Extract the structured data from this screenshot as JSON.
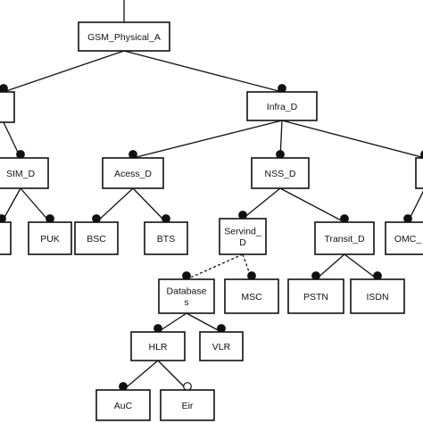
{
  "nodes": [
    {
      "id": "gsm_physical_a",
      "label": "GSM_Physical_A"
    },
    {
      "id": "left_root",
      "label": ""
    },
    {
      "id": "infra_d",
      "label": "Infra_D"
    },
    {
      "id": "sim_d",
      "label": "SIM_D"
    },
    {
      "id": "acess_d",
      "label": "Acess_D"
    },
    {
      "id": "nss_d",
      "label": "NSS_D"
    },
    {
      "id": "right_edge",
      "label": ""
    },
    {
      "id": "left_leaf",
      "label": ""
    },
    {
      "id": "puk",
      "label": "PUK"
    },
    {
      "id": "bsc",
      "label": "BSC"
    },
    {
      "id": "bts",
      "label": "BTS"
    },
    {
      "id": "servind_d",
      "label": "Servind_\nD"
    },
    {
      "id": "transit_d",
      "label": "Transit_D"
    },
    {
      "id": "omc",
      "label": "OMC_"
    },
    {
      "id": "databases",
      "label": "Database\ns"
    },
    {
      "id": "msc",
      "label": "MSC"
    },
    {
      "id": "pstn",
      "label": "PSTN"
    },
    {
      "id": "isdn",
      "label": "ISDN"
    },
    {
      "id": "hlr",
      "label": "HLR"
    },
    {
      "id": "vlr",
      "label": "VLR"
    },
    {
      "id": "auc",
      "label": "AuC"
    },
    {
      "id": "eir",
      "label": "Eir"
    }
  ],
  "edges": [
    {
      "from": "gsm_physical_a",
      "to": "left_root",
      "end": "filled"
    },
    {
      "from": "gsm_physical_a",
      "to": "infra_d",
      "end": "filled"
    },
    {
      "from": "left_root",
      "to": "sim_d",
      "end": "filled"
    },
    {
      "from": "infra_d",
      "to": "acess_d",
      "end": "filled"
    },
    {
      "from": "infra_d",
      "to": "nss_d",
      "end": "filled"
    },
    {
      "from": "infra_d",
      "to": "right_edge",
      "end": "filled"
    },
    {
      "from": "sim_d",
      "to": "left_leaf",
      "end": "filled"
    },
    {
      "from": "sim_d",
      "to": "puk",
      "end": "filled"
    },
    {
      "from": "acess_d",
      "to": "bsc",
      "end": "filled"
    },
    {
      "from": "acess_d",
      "to": "bts",
      "end": "filled"
    },
    {
      "from": "nss_d",
      "to": "servind_d",
      "end": "filled"
    },
    {
      "from": "nss_d",
      "to": "transit_d",
      "end": "filled"
    },
    {
      "from": "right_edge",
      "to": "omc",
      "end": "filled"
    },
    {
      "from": "servind_d",
      "to": "databases",
      "end": "filled",
      "style": "dashed"
    },
    {
      "from": "servind_d",
      "to": "msc",
      "end": "filled",
      "style": "dashed"
    },
    {
      "from": "transit_d",
      "to": "pstn",
      "end": "filled"
    },
    {
      "from": "transit_d",
      "to": "isdn",
      "end": "filled"
    },
    {
      "from": "databases",
      "to": "hlr",
      "end": "filled"
    },
    {
      "from": "databases",
      "to": "vlr",
      "end": "filled"
    },
    {
      "from": "hlr",
      "to": "auc",
      "end": "filled"
    },
    {
      "from": "hlr",
      "to": "eir",
      "end": "open"
    }
  ]
}
